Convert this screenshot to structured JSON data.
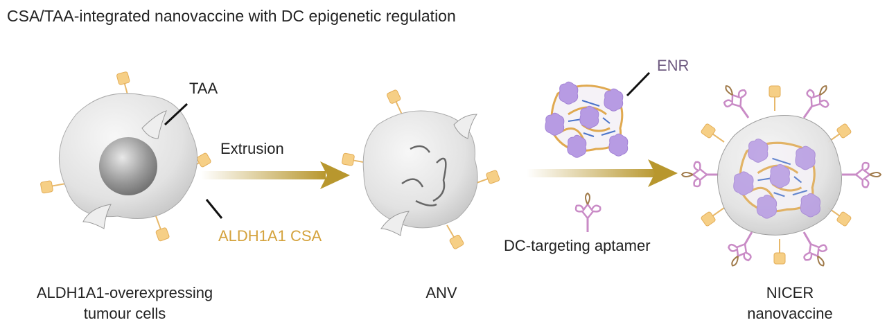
{
  "title": "CSA/TAA-integrated nanovaccine with DC epigenetic regulation",
  "labels": {
    "taa": "TAA",
    "extrusion": "Extrusion",
    "aldh_csa": "ALDH1A1 CSA",
    "enr": "ENR",
    "aptamer": "DC-targeting aptamer"
  },
  "stages": [
    {
      "line1": "ALDH1A1-overexpressing",
      "line2": "tumour cells"
    },
    {
      "line1": "ANV",
      "line2": ""
    },
    {
      "line1": "NICER",
      "line2": "nanovaccine"
    }
  ],
  "colors": {
    "gold": "#d4a23c",
    "arrow": "#b8972e",
    "purple": "#b48fd6",
    "pink": "#c98bc6",
    "cell": "#e6e6e6"
  }
}
